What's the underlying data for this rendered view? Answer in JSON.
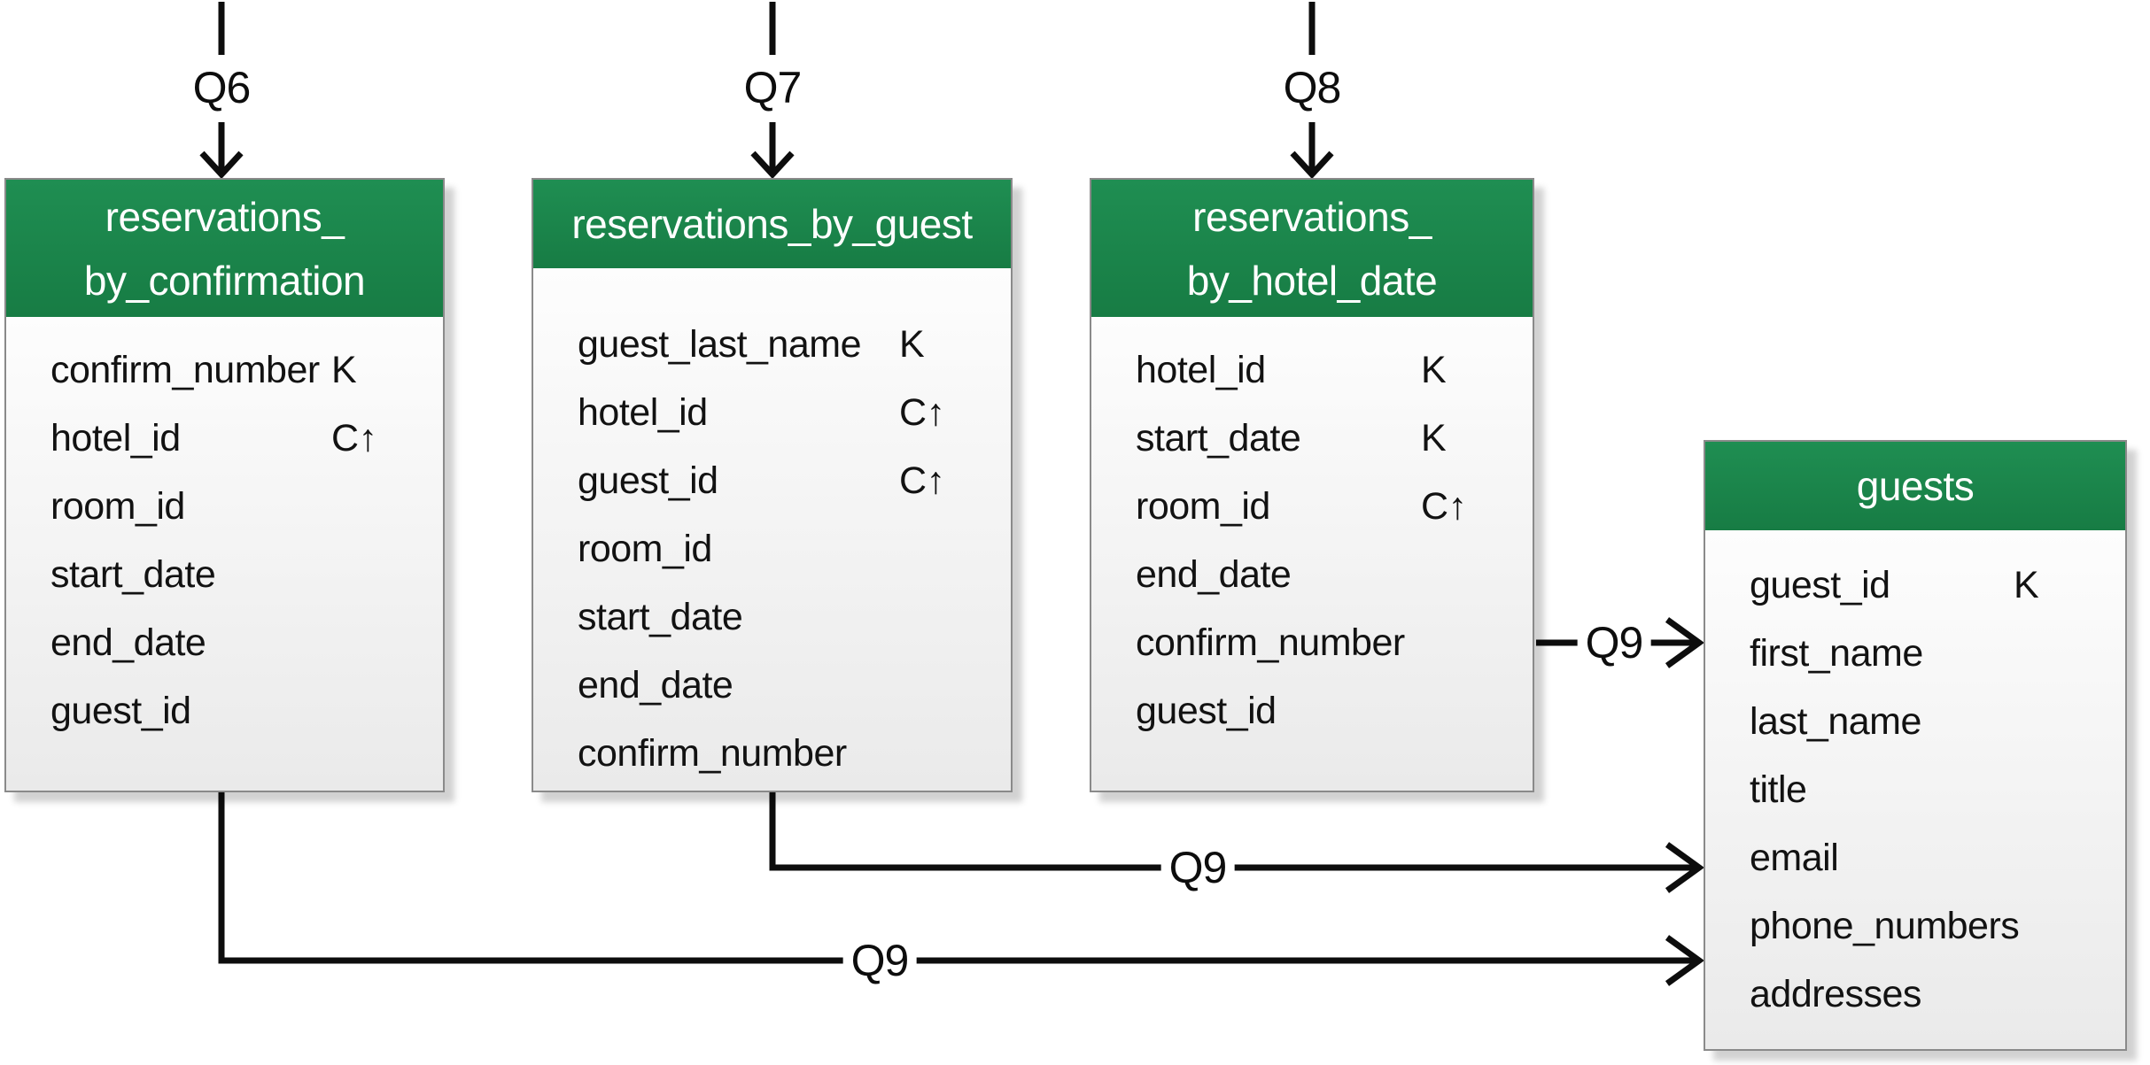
{
  "colors": {
    "header_green_top": "#1f8e52",
    "header_green_bottom": "#177c44"
  },
  "queries": {
    "q6": "Q6",
    "q7": "Q7",
    "q8": "Q8",
    "q9_from_hotel_date": "Q9",
    "q9_from_guest": "Q9",
    "q9_from_confirmation": "Q9"
  },
  "tables": [
    {
      "name": "reservations_by_confirmation",
      "title_line1": "reservations_",
      "title_line2": "by_confirmation",
      "fields": [
        {
          "n": "confirm_number",
          "k": "K"
        },
        {
          "n": "hotel_id",
          "k": "C↑"
        },
        {
          "n": "room_id",
          "k": ""
        },
        {
          "n": "start_date",
          "k": ""
        },
        {
          "n": "end_date",
          "k": ""
        },
        {
          "n": "guest_id",
          "k": ""
        }
      ]
    },
    {
      "name": "reservations_by_guest",
      "title_line1": "reservations_by_guest",
      "title_line2": "",
      "fields": [
        {
          "n": "guest_last_name",
          "k": "K"
        },
        {
          "n": "hotel_id",
          "k": "C↑"
        },
        {
          "n": "guest_id",
          "k": "C↑"
        },
        {
          "n": "room_id",
          "k": ""
        },
        {
          "n": "start_date",
          "k": ""
        },
        {
          "n": "end_date",
          "k": ""
        },
        {
          "n": "confirm_number",
          "k": ""
        }
      ]
    },
    {
      "name": "reservations_by_hotel_date",
      "title_line1": "reservations_",
      "title_line2": "by_hotel_date",
      "fields": [
        {
          "n": "hotel_id",
          "k": "K"
        },
        {
          "n": "start_date",
          "k": "K"
        },
        {
          "n": "room_id",
          "k": "C↑"
        },
        {
          "n": "end_date",
          "k": ""
        },
        {
          "n": "confirm_number",
          "k": ""
        },
        {
          "n": "guest_id",
          "k": ""
        }
      ]
    },
    {
      "name": "guests",
      "title_line1": "guests",
      "title_line2": "",
      "fields": [
        {
          "n": "guest_id",
          "k": "K"
        },
        {
          "n": "first_name",
          "k": ""
        },
        {
          "n": "last_name",
          "k": ""
        },
        {
          "n": "title",
          "k": ""
        },
        {
          "n": "email",
          "k": ""
        },
        {
          "n": "phone_numbers",
          "k": ""
        },
        {
          "n": "addresses",
          "k": ""
        }
      ]
    }
  ]
}
